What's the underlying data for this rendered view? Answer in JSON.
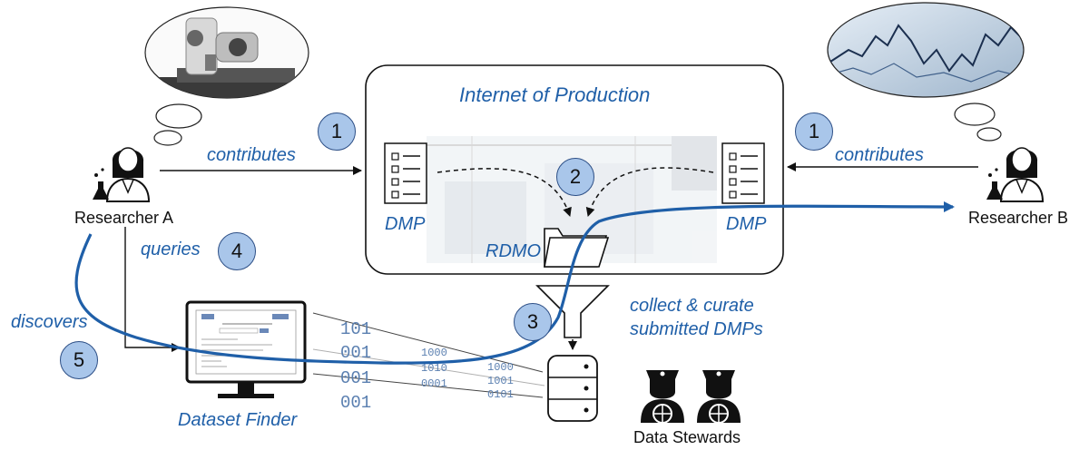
{
  "title": "Internet of Production",
  "researchers": {
    "a": "Researcher A",
    "b": "Researcher B"
  },
  "edges": {
    "contributes_left": "contributes",
    "contributes_right": "contributes",
    "queries": "queries",
    "discovers": "discovers",
    "collect_line1": "collect & curate",
    "collect_line2": "submitted DMPs"
  },
  "steps": {
    "s1a": "1",
    "s1b": "1",
    "s2": "2",
    "s3": "3",
    "s4": "4",
    "s5": "5"
  },
  "components": {
    "dmp_left": "DMP",
    "dmp_right": "DMP",
    "rdmo": "RDMO",
    "dataset_finder": "Dataset Finder",
    "data_stewards": "Data Stewards"
  },
  "bits": {
    "b101": "101",
    "b001a": "001",
    "b001b": "001",
    "b001c": "001",
    "b1000": "1000",
    "b1010": "1010",
    "b0001": "0001",
    "b1000b": "1000",
    "b1001": "1001",
    "b0101": "0101"
  },
  "colors": {
    "accent": "#1f5fa8",
    "step_fill": "#a9c6ea"
  }
}
